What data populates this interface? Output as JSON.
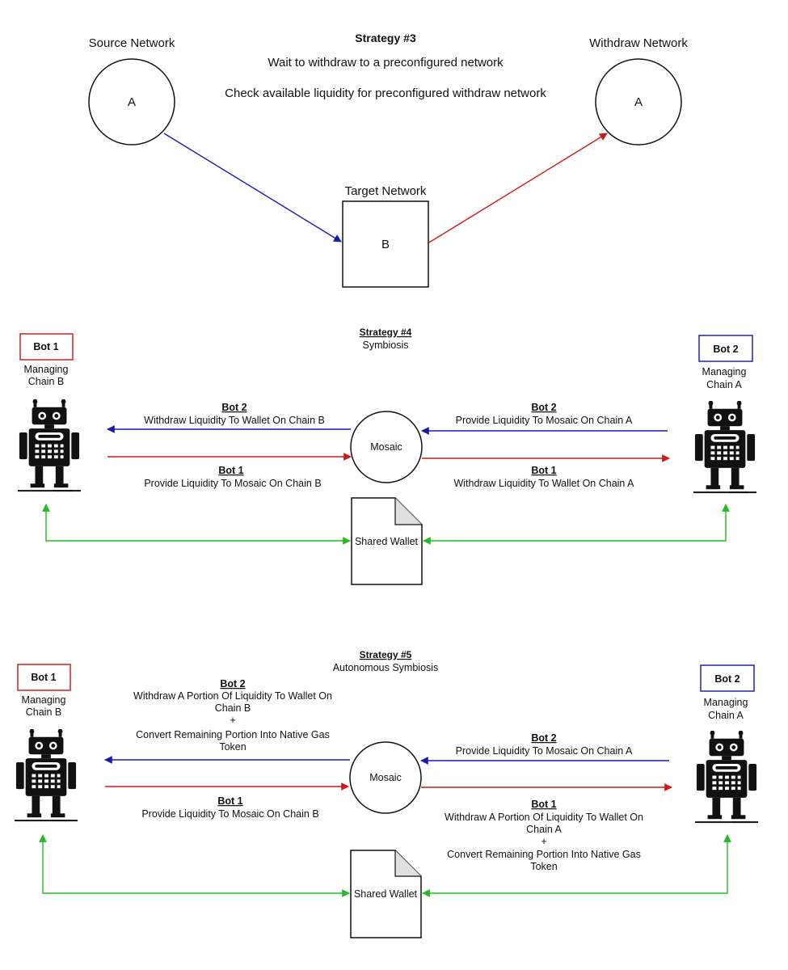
{
  "colors": {
    "blue": "#1a1ab0",
    "red": "#cc1a1a",
    "green": "#22bb22",
    "bot1_border": "#cc2222",
    "bot2_border": "#22229a",
    "stroke": "#111111"
  },
  "strategy3": {
    "title": "Strategy #3",
    "line1": "Wait to withdraw to a preconfigured network",
    "line2": "Check available liquidity for preconfigured withdraw network",
    "source_label": "Source Network",
    "source_node": "A",
    "withdraw_label": "Withdraw Network",
    "withdraw_node": "A",
    "target_label": "Target Network",
    "target_node": "B"
  },
  "strategy4": {
    "title": "Strategy #4",
    "subtitle": "Symbiosis",
    "bot1": {
      "name": "Bot 1",
      "managing": "Managing",
      "chain": "Chain B"
    },
    "bot2": {
      "name": "Bot 2",
      "managing": "Managing",
      "chain": "Chain A"
    },
    "mosaic": "Mosaic",
    "shared_wallet": "Shared Wallet",
    "left_top": {
      "bot": "Bot 2",
      "text": "Withdraw Liquidity To Wallet On Chain B"
    },
    "left_bottom": {
      "bot": "Bot 1",
      "text": "Provide Liquidity To Mosaic On Chain B"
    },
    "right_top": {
      "bot": "Bot 2",
      "text": "Provide Liquidity To Mosaic On Chain A"
    },
    "right_bottom": {
      "bot": "Bot 1",
      "text": "Withdraw Liquidity To Wallet On Chain A"
    }
  },
  "strategy5": {
    "title": "Strategy #5",
    "subtitle": "Autonomous Symbiosis",
    "bot1": {
      "name": "Bot 1",
      "managing": "Managing",
      "chain": "Chain B"
    },
    "bot2": {
      "name": "Bot 2",
      "managing": "Managing",
      "chain": "Chain A"
    },
    "mosaic": "Mosaic",
    "shared_wallet": "Shared Wallet",
    "left_top": {
      "bot": "Bot 2",
      "line1": "Withdraw A Portion Of Liquidity To Wallet On",
      "line2": "Chain B",
      "plus": "+",
      "line3": "Convert Remaining Portion Into Native Gas",
      "line4": "Token"
    },
    "left_bottom": {
      "bot": "Bot 1",
      "text": "Provide Liquidity To Mosaic On Chain B"
    },
    "right_top": {
      "bot": "Bot 2",
      "text": "Provide Liquidity To Mosaic On Chain A"
    },
    "right_bottom": {
      "bot": "Bot 1",
      "line1": "Withdraw A Portion Of Liquidity To Wallet On",
      "line2": "Chain A",
      "plus": "+",
      "line3": "Convert Remaining Portion Into Native Gas",
      "line4": "Token"
    }
  }
}
